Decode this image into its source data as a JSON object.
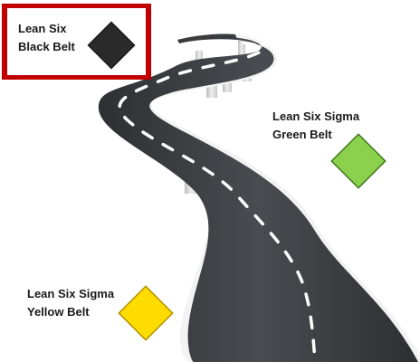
{
  "title_hidden": "",
  "belts": [
    {
      "key": "black",
      "lines": [
        "Lean Six",
        "Black Belt"
      ],
      "color": "#2a2a2a"
    },
    {
      "key": "green",
      "lines": [
        "Lean Six Sigma",
        "Green Belt"
      ],
      "color": "#8bd14d"
    },
    {
      "key": "yellow",
      "lines": [
        "Lean Six Sigma",
        "Yellow Belt"
      ],
      "color": "#ffdc00"
    }
  ],
  "highlight_color": "#c00000",
  "road": {
    "surface": "#3a3b3f",
    "edge": "#f2f2f2",
    "dash": "#ffffff",
    "pillar": "#d9d9d9"
  }
}
